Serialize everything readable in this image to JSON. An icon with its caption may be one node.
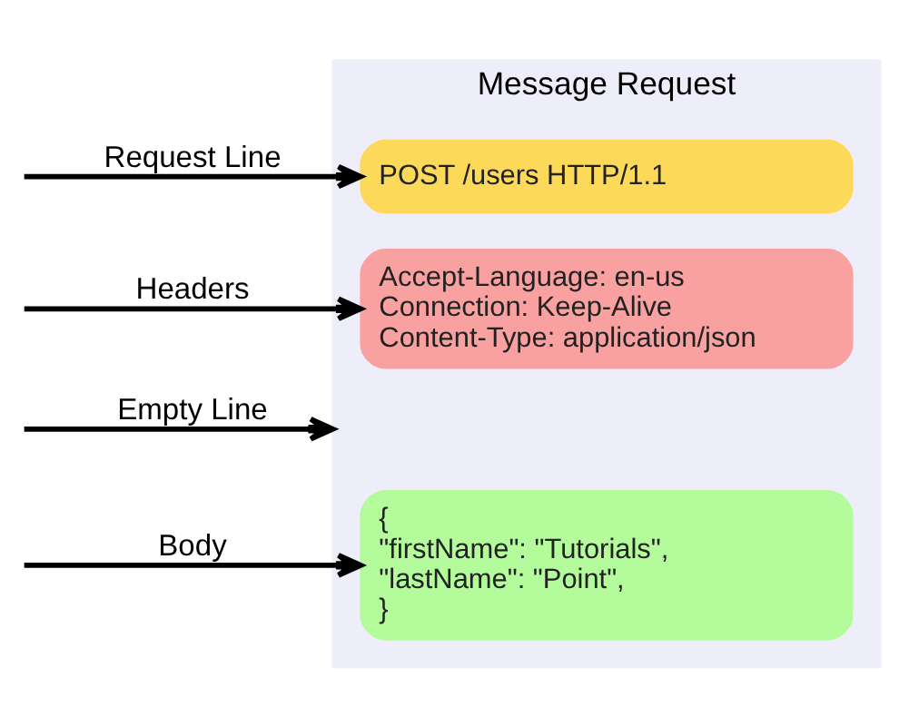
{
  "diagram": {
    "nodes": [
      {
        "text": [
          "Message Request"
        ]
      },
      {
        "text": [
          "POST /users HTTP/1.1"
        ],
        "in": 0
      },
      {
        "text": [
          "Accept-Language: en-us",
          "Connection: Keep-Alive",
          "Content-Type: application/json"
        ],
        "in": 0
      },
      {
        "text": [
          "{",
          "\"firstName\": \"Tutorials\",",
          "\"lastName\": \"Point\",",
          "}"
        ],
        "in": 0
      }
    ],
    "edges": [
      {
        "from": null,
        "to": 1,
        "arrow": "to",
        "label": "Request Line"
      },
      {
        "from": null,
        "to": 2,
        "arrow": "to",
        "label": "Headers"
      },
      {
        "from": null,
        "to": 0,
        "arrow": "to",
        "label": "Empty Line"
      },
      {
        "from": null,
        "to": 3,
        "arrow": "to",
        "label": "Body"
      }
    ]
  }
}
